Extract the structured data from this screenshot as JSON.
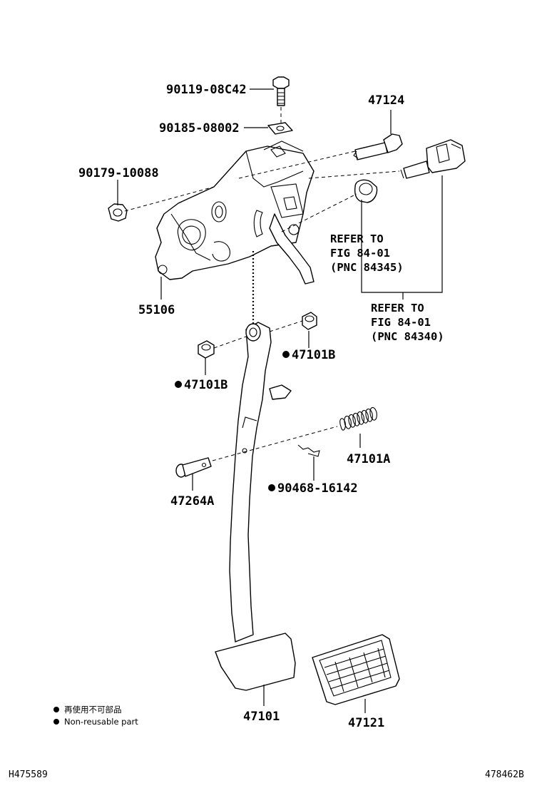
{
  "parts": {
    "p_90119": "90119-08C42",
    "p_90185": "90185-08002",
    "p_90179": "90179-10088",
    "p_47124": "47124",
    "p_55106": "55106",
    "p_47101B_right": "47101B",
    "p_47101B_left": "47101B",
    "p_47101A": "47101A",
    "p_90468": "90468-16142",
    "p_47264A": "47264A",
    "p_47101": "47101",
    "p_47121": "47121"
  },
  "refer1": {
    "line1": "REFER TO",
    "line2": "FIG 84-01",
    "line3": "(PNC 84345)"
  },
  "refer2": {
    "line1": "REFER TO",
    "line2": "FIG 84-01",
    "line3": "(PNC 84340)"
  },
  "legend": {
    "japanese": "再使用不可部品",
    "english": "Non-reusable part"
  },
  "footer": {
    "left_code": "H475589",
    "right_code": "478462B"
  }
}
